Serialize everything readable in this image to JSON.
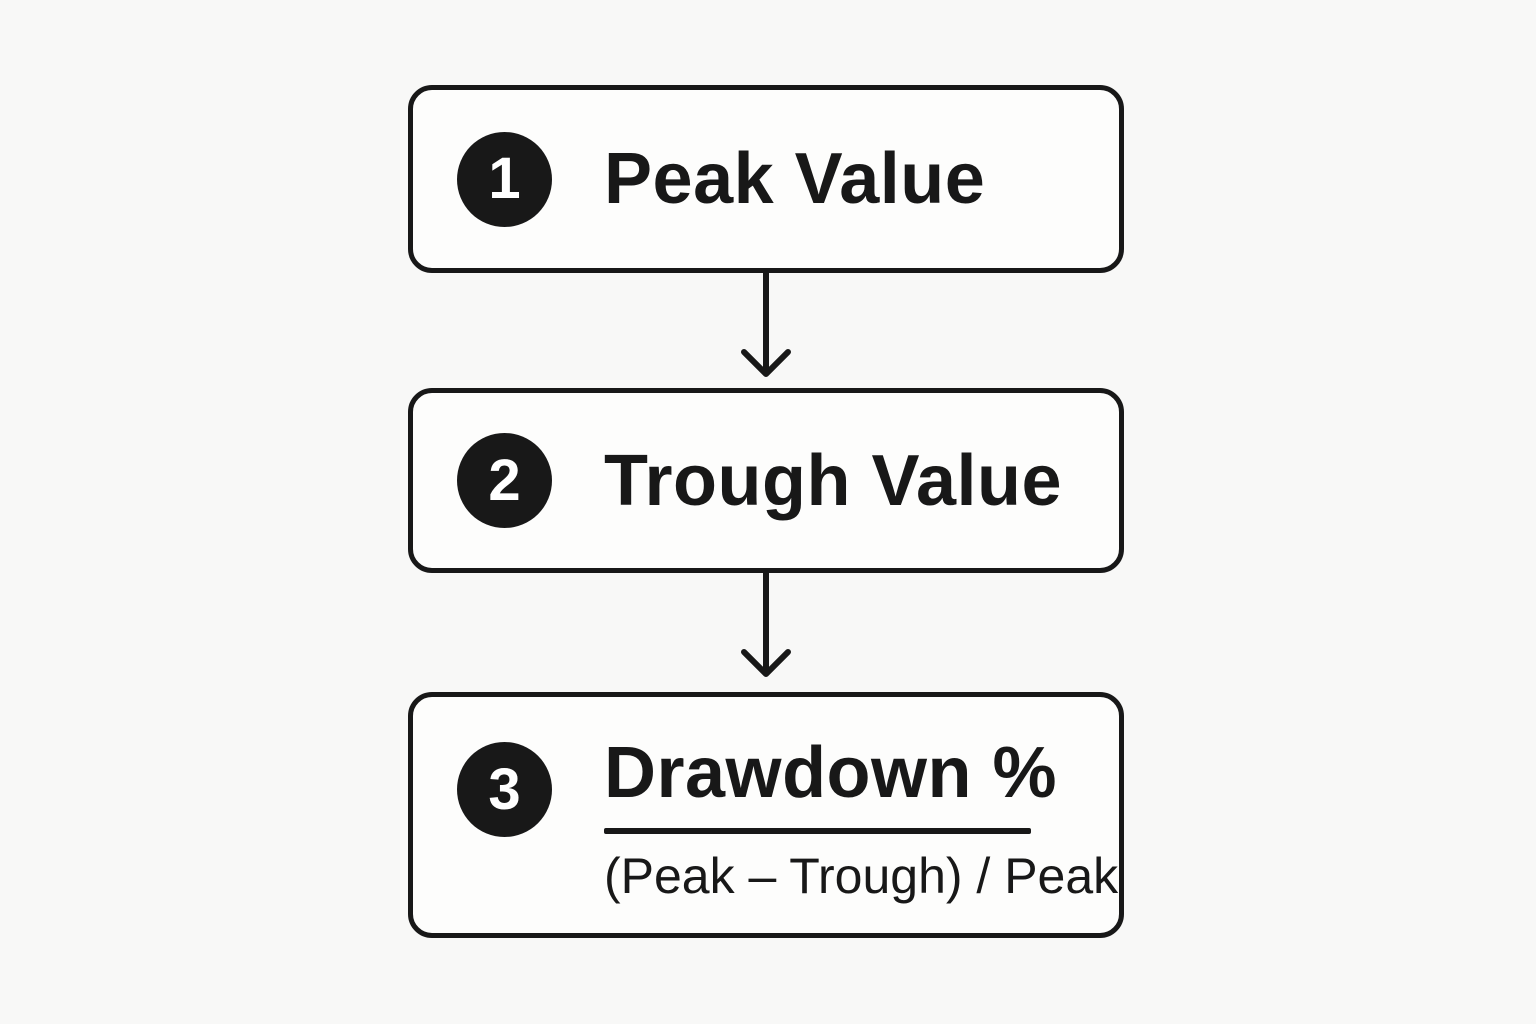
{
  "page": {
    "colors": {
      "background": "#f8f8f7",
      "box_background": "#fdfdfc",
      "ink": "#181818",
      "badge_text": "#ffffff"
    }
  },
  "flow": {
    "steps": [
      {
        "number": "1",
        "label": "Peak Value"
      },
      {
        "number": "2",
        "label": "Trough Value"
      },
      {
        "number": "3",
        "label": "Drawdown %",
        "formula": "(Peak – Trough) / Peak"
      }
    ]
  },
  "icons": {
    "arrow": "arrow-down"
  }
}
